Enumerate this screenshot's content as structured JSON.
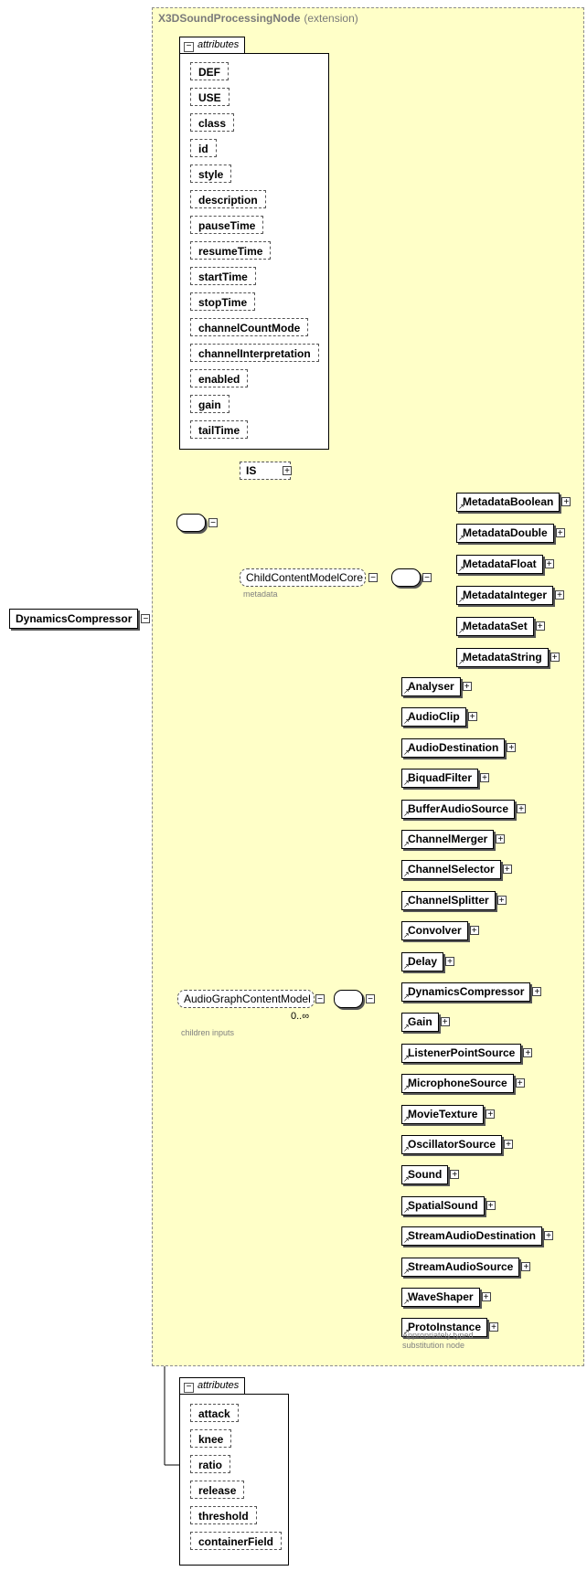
{
  "extension": {
    "title": "X3DSoundProcessingNode",
    "subtitle": "(extension)"
  },
  "root": {
    "label": "DynamicsCompressor"
  },
  "inherited_attributes": {
    "tab_label": "attributes",
    "items": [
      "DEF",
      "USE",
      "class",
      "id",
      "style",
      "description",
      "pauseTime",
      "resumeTime",
      "startTime",
      "stopTime",
      "channelCountMode",
      "channelInterpretation",
      "enabled",
      "gain",
      "tailTime"
    ]
  },
  "choice_a": {
    "is_label": "IS",
    "core_label": "ChildContentModelCore",
    "core_note": "metadata",
    "metadata": [
      "MetadataBoolean",
      "MetadataDouble",
      "MetadataFloat",
      "MetadataInteger",
      "MetadataSet",
      "MetadataString"
    ]
  },
  "audio_graph": {
    "label": "AudioGraphContentModel",
    "occurrence": "0..∞",
    "note": "children inputs",
    "children": [
      "Analyser",
      "AudioClip",
      "AudioDestination",
      "BiquadFilter",
      "BufferAudioSource",
      "ChannelMerger",
      "ChannelSelector",
      "ChannelSplitter",
      "Convolver",
      "Delay",
      "DynamicsCompressor",
      "Gain",
      "ListenerPointSource",
      "MicrophoneSource",
      "MovieTexture",
      "OscillatorSource",
      "Sound",
      "SpatialSound",
      "StreamAudioDestination",
      "StreamAudioSource",
      "WaveShaper",
      "ProtoInstance"
    ],
    "substitution_note": [
      "Appropriately typed",
      "substitution node"
    ]
  },
  "own_attributes": {
    "tab_label": "attributes",
    "items": [
      "attack",
      "knee",
      "ratio",
      "release",
      "threshold",
      "containerField"
    ]
  },
  "icons": {
    "expand": "plus-box-icon",
    "collapse": "minus-box-icon",
    "sequence": "sequence-compositor-icon",
    "choice": "choice-compositor-icon"
  }
}
